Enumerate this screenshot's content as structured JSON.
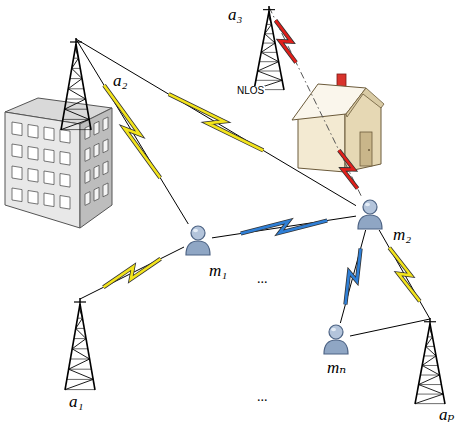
{
  "diagram": {
    "nodes": [
      {
        "text": [
          "a₃"
        ]
      },
      {
        "text": [
          "a₂"
        ]
      },
      {
        "text": [
          "m₂"
        ]
      },
      {
        "text": [
          "m₁"
        ]
      },
      {
        "text": [
          "mₙ"
        ]
      },
      {
        "text": [
          "a₁"
        ]
      },
      {
        "text": [
          "aₚ"
        ]
      }
    ],
    "edges": [
      {
        "from": 1,
        "to": 3,
        "arrow": "none"
      },
      {
        "from": 1,
        "to": 2,
        "arrow": "none"
      },
      {
        "from": 0,
        "to": 2,
        "arrow": "none"
      },
      {
        "from": 3,
        "to": 2,
        "arrow": "none"
      },
      {
        "from": 3,
        "to": 5,
        "arrow": "none"
      },
      {
        "from": 2,
        "to": 4,
        "arrow": "none"
      },
      {
        "from": 2,
        "to": 6,
        "arrow": "none"
      },
      {
        "from": 4,
        "to": 6,
        "arrow": "none"
      }
    ],
    "labels": [
      "NLOS",
      "...",
      "..."
    ]
  }
}
